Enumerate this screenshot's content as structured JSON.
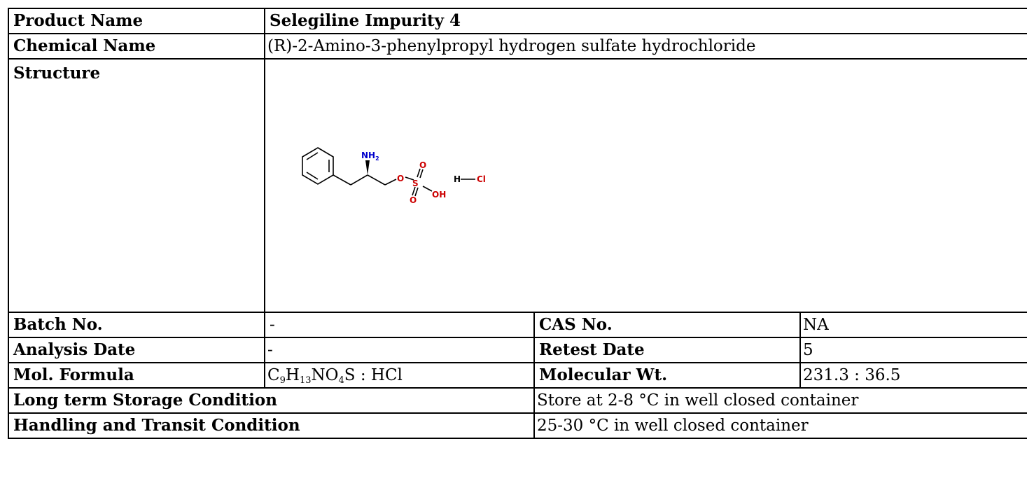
{
  "product": {
    "label": "Product Name",
    "value": "Selegiline Impurity 4"
  },
  "chemical": {
    "label": "Chemical Name",
    "value": "(R)-2-Amino-3-phenylpropyl hydrogen sulfate hydrochloride"
  },
  "structure": {
    "label": "Structure",
    "atoms": {
      "amine": "NH",
      "amine_sub": "2",
      "ester_o": "O",
      "sulfur": "S",
      "oxo_top": "O",
      "oxo_bottom": "O",
      "hydroxyl": "OH",
      "hydrogen": "H",
      "chlorine": "Cl"
    },
    "colors": {
      "bond": "#000000",
      "nitrogen": "#0000cc",
      "oxygen": "#cc0000"
    }
  },
  "batch": {
    "label": "Batch No.",
    "value": "-"
  },
  "cas": {
    "label": "CAS No.",
    "value": "NA"
  },
  "analysis": {
    "label": "Analysis Date",
    "value": "-"
  },
  "retest": {
    "label": "Retest Date",
    "value": "5"
  },
  "formula": {
    "label": "Mol. Formula",
    "parts": {
      "c": "C",
      "c_n": "9",
      "h": "H",
      "h_n": "13",
      "no": "NO",
      "o_n": "4",
      "rest": "S : HCl"
    }
  },
  "molwt": {
    "label": "Molecular Wt.",
    "value": "231.3 : 36.5"
  },
  "storage": {
    "label": "Long term Storage Condition",
    "value": "Store at 2-8 °C in well closed container"
  },
  "transit": {
    "label": "Handling and Transit Condition",
    "value": "25-30 °C in well closed container"
  }
}
